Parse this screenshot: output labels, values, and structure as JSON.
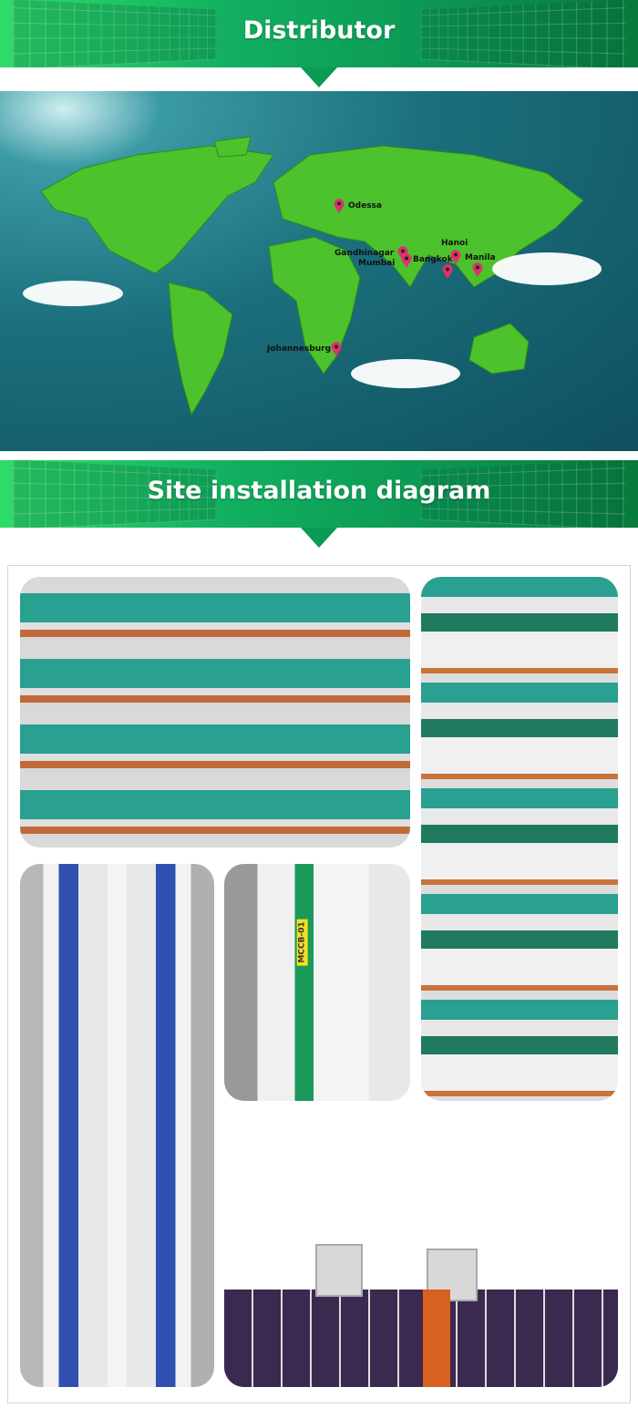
{
  "banners": [
    {
      "title": "Distributor"
    },
    {
      "title": "Site installation diagram"
    }
  ],
  "map": {
    "cities": [
      "Odessa",
      "Gandhinagar",
      "Mumbai",
      "Bangkok",
      "Hanoi",
      "Manila",
      "Johannesburg"
    ],
    "pin_color": "#e0306e",
    "land_color": "#4cc22c"
  },
  "photos": [
    "busbar-panel",
    "breaker-rows",
    "combiner-cabinet",
    "circuit-breaker-closeup",
    "rooftop-cabinets"
  ],
  "breaker_label": "MCCB-01",
  "colors": {
    "banner_green": "#12b060",
    "accent_dark": "#0c7a4a"
  }
}
